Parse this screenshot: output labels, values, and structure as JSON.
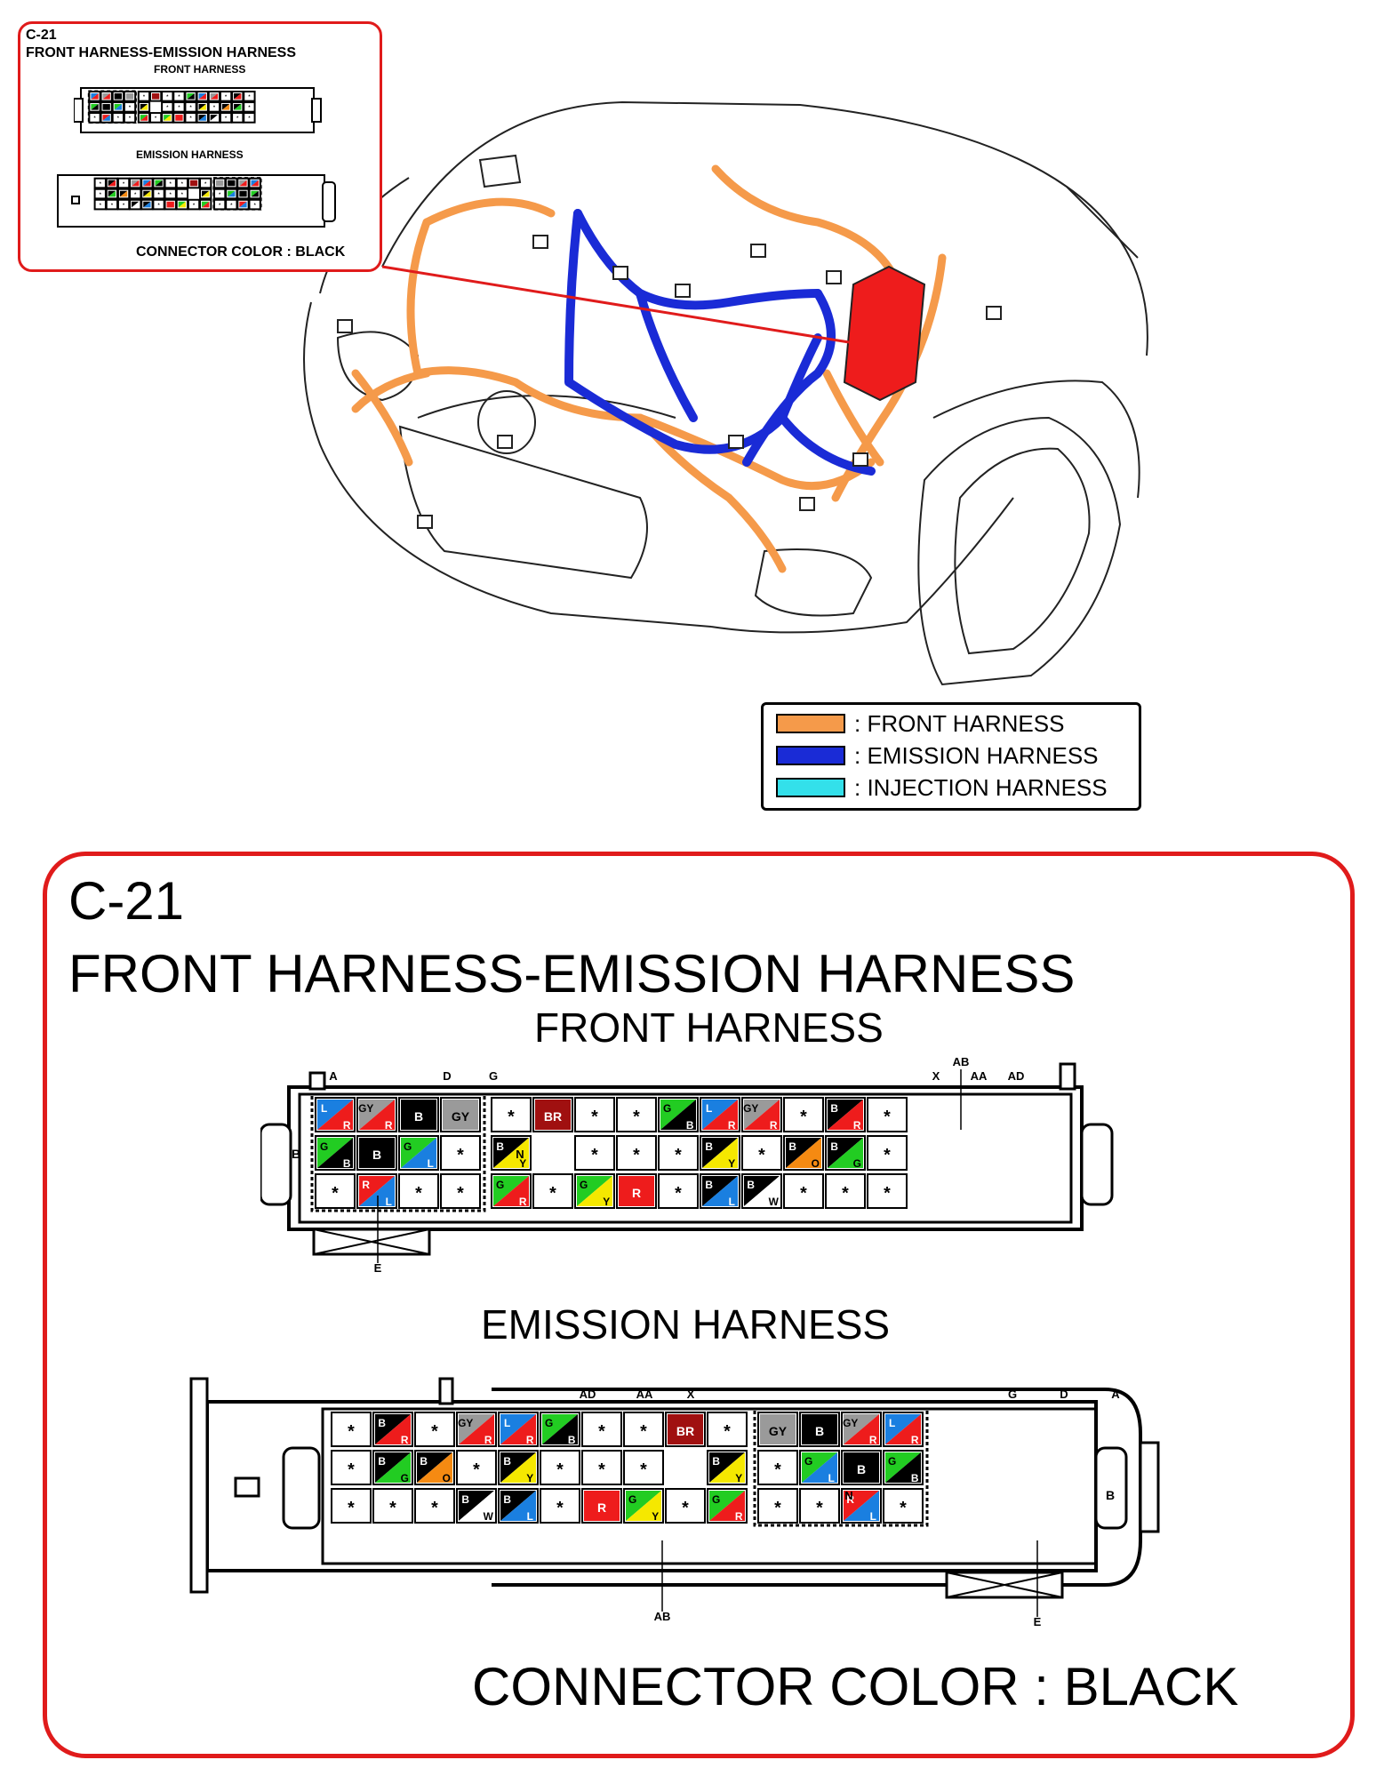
{
  "thumbnail": {
    "code": "C-21",
    "title": "FRONT HARNESS-EMISSION HARNESS",
    "front_label": "FRONT HARNESS",
    "emission_label": "EMISSION HARNESS",
    "connector_color": "CONNECTOR COLOR : BLACK"
  },
  "legend": [
    {
      "label": ": FRONT HARNESS",
      "color": "#f59a4a"
    },
    {
      "label": ": EMISSION HARNESS",
      "color": "#1a2bd6"
    },
    {
      "label": ": INJECTION HARNESS",
      "color": "#33e0ea"
    }
  ],
  "main": {
    "code": "C-21",
    "title": "FRONT HARNESS-EMISSION HARNESS",
    "front_label": "FRONT HARNESS",
    "emission_label": "EMISSION HARNESS",
    "connector_color": "CONNECTOR COLOR : BLACK"
  },
  "colors": {
    "L": "#1a7fe0",
    "R": "#ee1c1c",
    "B": "#000000",
    "GY": "#9a9a9a",
    "G": "#22cc22",
    "Y": "#f5e800",
    "O": "#f58a12",
    "W": "#ffffff",
    "BR": "#a01010"
  },
  "front_connector": {
    "top_labels": [
      "A",
      "D",
      "G",
      "X",
      "AB",
      "AA",
      "AD"
    ],
    "bottom_label": "E",
    "side_labels": [
      "B",
      "N"
    ],
    "rows": [
      [
        [
          "L",
          "R"
        ],
        [
          "GY",
          "R"
        ],
        [
          "B"
        ],
        [
          "GY"
        ],
        [
          "*"
        ],
        [
          "BR"
        ],
        [
          "*"
        ],
        [
          "*"
        ],
        [
          "G",
          "B"
        ],
        [
          "L",
          "R"
        ],
        [
          "GY",
          "R"
        ],
        [
          "*"
        ],
        [
          "B",
          "R"
        ],
        [
          "*"
        ]
      ],
      [
        [
          "G",
          "B"
        ],
        [
          "B"
        ],
        [
          "G",
          "L"
        ],
        [
          "*"
        ],
        [
          "B",
          "Y"
        ],
        [
          "*"
        ],
        [
          "*"
        ],
        [
          "*"
        ],
        [
          "B",
          "Y"
        ],
        [
          "*"
        ],
        [
          "B",
          "O"
        ],
        [
          "B",
          "G"
        ],
        [
          "*"
        ]
      ],
      [
        [
          "*"
        ],
        [
          "R",
          "L"
        ],
        [
          "*"
        ],
        [
          "*"
        ],
        [
          "G",
          "R"
        ],
        [
          "*"
        ],
        [
          "G",
          "Y"
        ],
        [
          "R"
        ],
        [
          "*"
        ],
        [
          "B",
          "L"
        ],
        [
          "B",
          "W"
        ],
        [
          "*"
        ],
        [
          "*"
        ],
        [
          "*"
        ]
      ]
    ]
  },
  "emission_connector": {
    "top_labels": [
      "AD",
      "AA",
      "X",
      "G",
      "D",
      "A"
    ],
    "bottom_labels": [
      "AB",
      "E"
    ],
    "side_labels": [
      "N",
      "B"
    ],
    "rows": [
      [
        [
          "*"
        ],
        [
          "B",
          "R"
        ],
        [
          "*"
        ],
        [
          "GY",
          "R"
        ],
        [
          "L",
          "R"
        ],
        [
          "G",
          "B"
        ],
        [
          "*"
        ],
        [
          "*"
        ],
        [
          "BR"
        ],
        [
          "*"
        ],
        [
          "GY"
        ],
        [
          "B"
        ],
        [
          "GY",
          "R"
        ],
        [
          "L",
          "R"
        ]
      ],
      [
        [
          "*"
        ],
        [
          "B",
          "G"
        ],
        [
          "B",
          "O"
        ],
        [
          "*"
        ],
        [
          "B",
          "Y"
        ],
        [
          "*"
        ],
        [
          "*"
        ],
        [
          "*"
        ],
        [
          "B",
          "Y"
        ],
        [
          "*"
        ],
        [
          "G",
          "L"
        ],
        [
          "B"
        ],
        [
          "G",
          "B"
        ]
      ],
      [
        [
          "*"
        ],
        [
          "*"
        ],
        [
          "*"
        ],
        [
          "B",
          "W"
        ],
        [
          "B",
          "L"
        ],
        [
          "*"
        ],
        [
          "R"
        ],
        [
          "G",
          "Y"
        ],
        [
          "*"
        ],
        [
          "G",
          "R"
        ],
        [
          "*"
        ],
        [
          "*"
        ],
        [
          "R",
          "L"
        ],
        [
          "*"
        ]
      ]
    ]
  }
}
